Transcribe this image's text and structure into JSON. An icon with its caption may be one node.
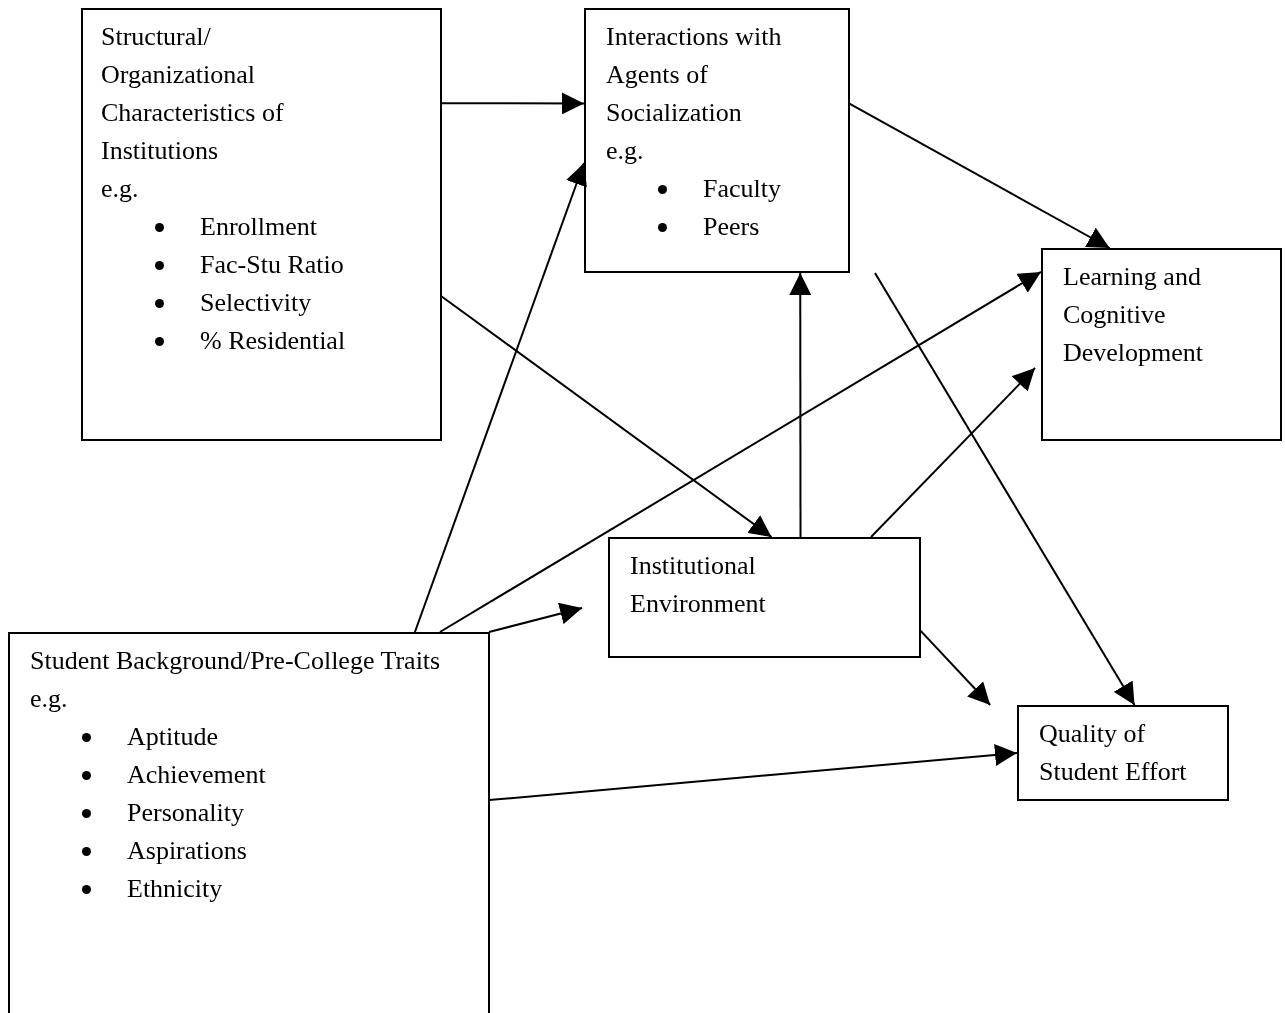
{
  "diagram": {
    "nodes": [
      {
        "text": [
          "Structural/ Organizational Characteristics of Institutions",
          "e.g.",
          "Enrollment",
          "Fac-Stu Ratio",
          "Selectivity",
          "% Residential"
        ]
      },
      {
        "text": [
          "Interactions with Agents of Socialization",
          "e.g.",
          "Faculty",
          "Peers"
        ]
      },
      {
        "text": [
          "Learning and Cognitive Development"
        ]
      },
      {
        "text": [
          "Institutional Environment"
        ]
      },
      {
        "text": [
          "Student Background/Pre-College Traits",
          "e.g.",
          "Aptitude",
          "Achievement",
          "Personality",
          "Aspirations",
          "Ethnicity"
        ]
      },
      {
        "text": [
          "Quality of Student Effort"
        ]
      }
    ],
    "edges": [
      {
        "from": 0,
        "to": 1,
        "arrow": "to"
      },
      {
        "from": 0,
        "to": 3,
        "arrow": "to"
      },
      {
        "from": 1,
        "to": 2,
        "arrow": "to"
      },
      {
        "from": 1,
        "to": 5,
        "arrow": "to"
      },
      {
        "from": 3,
        "to": 1,
        "arrow": "to"
      },
      {
        "from": 3,
        "to": 2,
        "arrow": "to"
      },
      {
        "from": 3,
        "to": 5,
        "arrow": "to"
      },
      {
        "from": 4,
        "to": 1,
        "arrow": "to"
      },
      {
        "from": 4,
        "to": 2,
        "arrow": "to"
      },
      {
        "from": 4,
        "to": 3,
        "arrow": "to"
      },
      {
        "from": 4,
        "to": 5,
        "arrow": "to"
      }
    ]
  }
}
